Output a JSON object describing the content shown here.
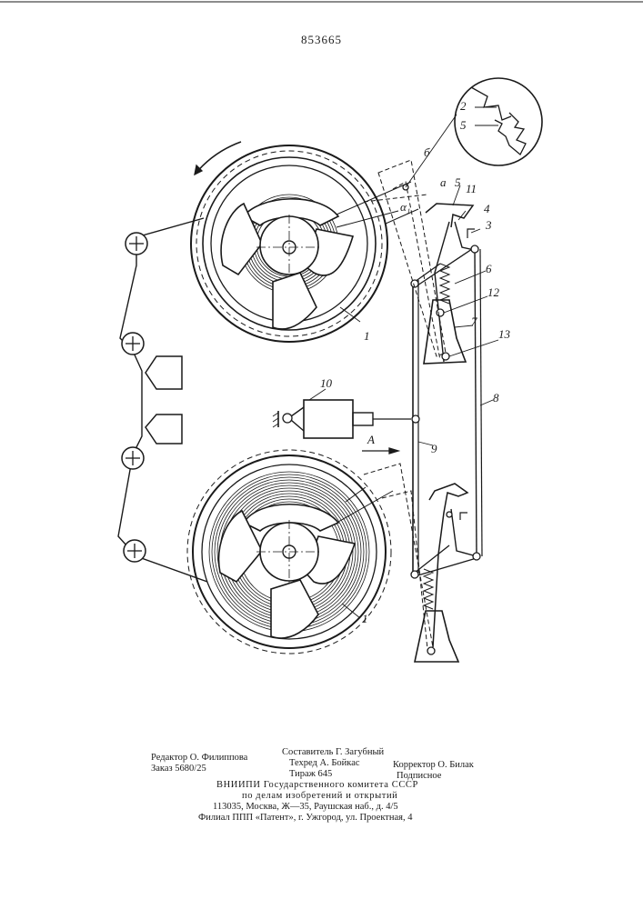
{
  "page_number": "853665",
  "labels": {
    "reel_top": "1",
    "reel_bottom": "1",
    "l2": "2",
    "l3": "3",
    "l4": "4",
    "l5_detail": "5",
    "l5": "5",
    "l6": "6",
    "l7": "7",
    "l8": "8",
    "l9": "9",
    "l10": "10",
    "l11": "11",
    "l12": "12",
    "l13": "13",
    "la": "а",
    "lb": "б",
    "alpha": "α₁",
    "arrow_a": "А"
  },
  "imprint": {
    "editor": "Редактор О. Филиппова",
    "order": "Заказ 5680/25",
    "compiler": "Составитель Г. Загубный",
    "techred": "Техред А. Бойкас",
    "tirazh": "Тираж 645",
    "corrector": "Корректор О. Билак",
    "podpisnoe": "Подписное",
    "org1": "ВНИИПИ Государственного комитета СССР",
    "org2": "по делам изобретений и открытий",
    "address": "113035, Москва, Ж—35, Раушская наб., д. 4/5",
    "branch": "Филиал ППП «Патент», г. Ужгород, ул. Проектная, 4"
  }
}
